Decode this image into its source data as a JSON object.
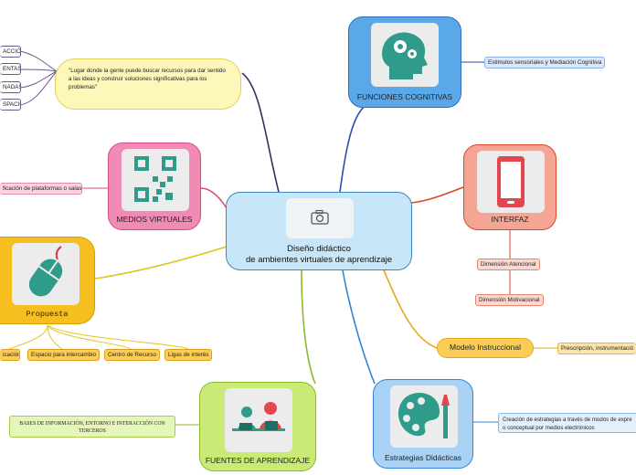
{
  "central": {
    "title_line1": "Diseño didáctico",
    "title_line2": "de ambientes virtuales de aprendizaje",
    "icon": "camera-icon"
  },
  "top_left": {
    "quote": "\"Lugar donde la gente puede buscar recursos para dar sentido a las ideas y construir soluciones significativas para los problemas\"",
    "items": [
      "ACCIÓN",
      "ENTAS",
      "NADAS",
      "SPACIO"
    ]
  },
  "funciones": {
    "label": "FUNCIONES COGNITIVAS",
    "icon": "brain-gears-icon",
    "child": "Estimulos sensoriales y Mediación Cognitiva"
  },
  "medios": {
    "label": "MEDIOS VIRTUALES",
    "icon": "qr-code-icon",
    "child": "ficación de plataformas o salas"
  },
  "interfaz": {
    "label": "INTERFAZ",
    "icon": "tablet-icon",
    "children": [
      "Dimensión Atencional",
      "Dimensión Motivacional"
    ]
  },
  "propuesta": {
    "label": "Propuesta",
    "icon": "mouse-icon",
    "children": [
      "icación",
      "Espacio para intercambio",
      "Centro de Recurso",
      "Ligas de interés"
    ]
  },
  "modelo": {
    "label": "Modelo Instruccional",
    "child": "Prescripción, instrumentació"
  },
  "fuentes": {
    "label": "FUENTES DE APRENDIZAJE",
    "icon": "people-at-computers-icon",
    "child": "BASES DE INFORMACIÓN, ENTORNO E INTERACCIÓN CON TERCEROS"
  },
  "estrategias": {
    "label": "Estrategias Didácticas",
    "icon": "paint-palette-icon",
    "child_line1": "Creación de estrategias a través de modos de expre",
    "child_line2": "o conceptual por medios electrónicos"
  },
  "colors": {
    "central": "#c7e6f7",
    "funciones": "#5aa8e8",
    "medios": "#f08bb6",
    "interfaz": "#f5a594",
    "propuesta": "#f6be1e",
    "modelo": "#fbcd57",
    "fuentes": "#c9ea74",
    "estrategias": "#a9d2f5",
    "icon_teal": "#2f9c8b"
  }
}
